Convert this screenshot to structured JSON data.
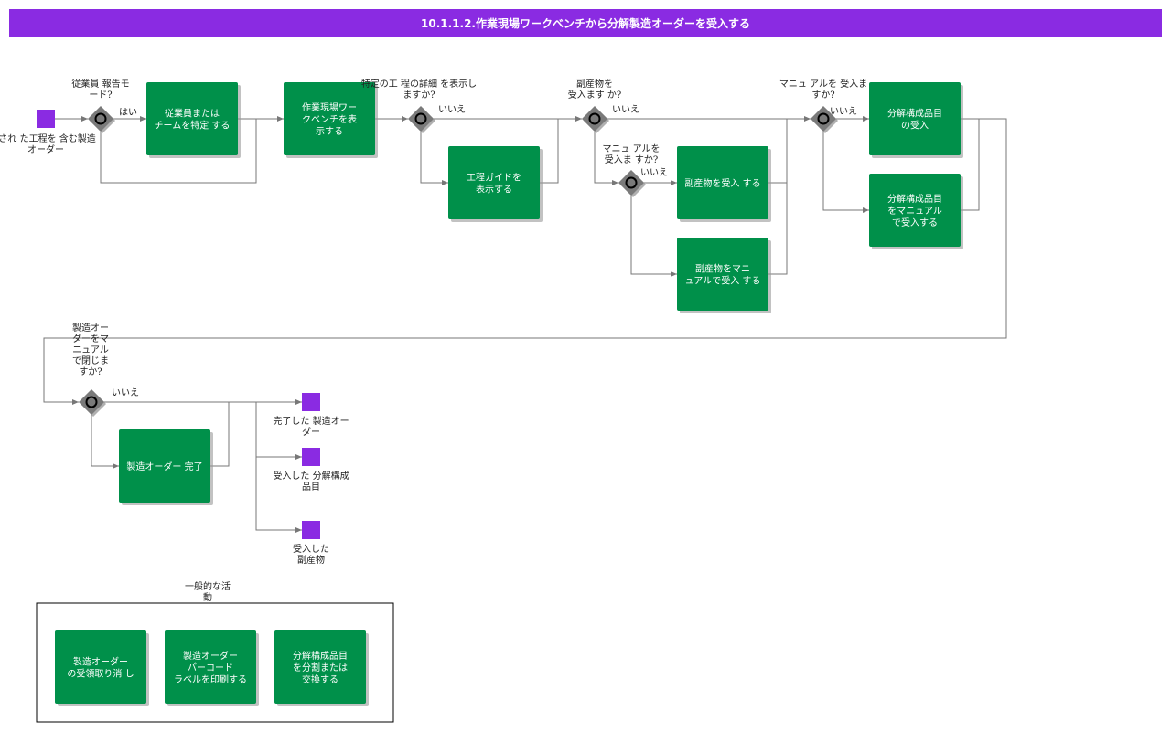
{
  "title": "10.1.1.2.作業現場ワークベンチから分解製造オーダーを受入する",
  "start_event": {
    "label": [
      "ïされ た工程を 含む製造",
      "オーダー"
    ]
  },
  "gateways": {
    "g1": {
      "question": [
        "従業員 報告モ",
        "ード?"
      ],
      "flow_label": "はい"
    },
    "g2": {
      "question": [
        "特定の工 程の詳細 を表示し",
        "ますか?"
      ],
      "flow_label": "いいえ"
    },
    "g3": {
      "question": [
        "副産物を",
        "受入ます か?"
      ],
      "flow_label": "いいえ"
    },
    "g4": {
      "question": [
        "マニュ アルを",
        "受入ま すか?"
      ],
      "flow_label": "いいえ"
    },
    "g5": {
      "question": [
        "マニュ アルを 受入ま",
        "すか?"
      ],
      "flow_label": "いいえ"
    },
    "g6": {
      "question": [
        "製造オー",
        "ダーをマ",
        "ニュアル",
        "で閉じま",
        "すか?"
      ],
      "flow_label": "いいえ"
    }
  },
  "tasks": {
    "t_team": [
      "従業員または",
      "チームを特定 する"
    ],
    "t_bench": [
      "作業現場ワー",
      "クベンチを表",
      "示する"
    ],
    "t_guide": [
      "工程ガイドを",
      "表示する"
    ],
    "t_byp": [
      "副産物を受入 する"
    ],
    "t_byp_manual": [
      "副産物をマニ",
      "ュアルで受入 する"
    ],
    "t_comp": [
      "分解構成品目",
      "の受入"
    ],
    "t_comp_manual": [
      "分解構成品目",
      "をマニュアル",
      "で受入する"
    ],
    "t_complete": [
      "製造オーダー 完了"
    ]
  },
  "end_events": {
    "e1": [
      "完了した 製造オー",
      "ダー"
    ],
    "e2": [
      "受入した 分解構成",
      "品目"
    ],
    "e3": [
      "受入した",
      "副産物"
    ]
  },
  "activities_group": {
    "title": [
      "一般的な活",
      "動"
    ],
    "items": [
      [
        "製造オーダー",
        "の受領取り消 し"
      ],
      [
        "製造オーダー",
        "バーコード",
        "ラベルを印刷する"
      ],
      [
        "分解構成品目",
        "を分割または",
        "交換する"
      ]
    ]
  },
  "colors": {
    "title_bar": "#8a2be2",
    "task": "#00904a",
    "event": "#8a2be2",
    "gateway": "#7a7a7a"
  }
}
